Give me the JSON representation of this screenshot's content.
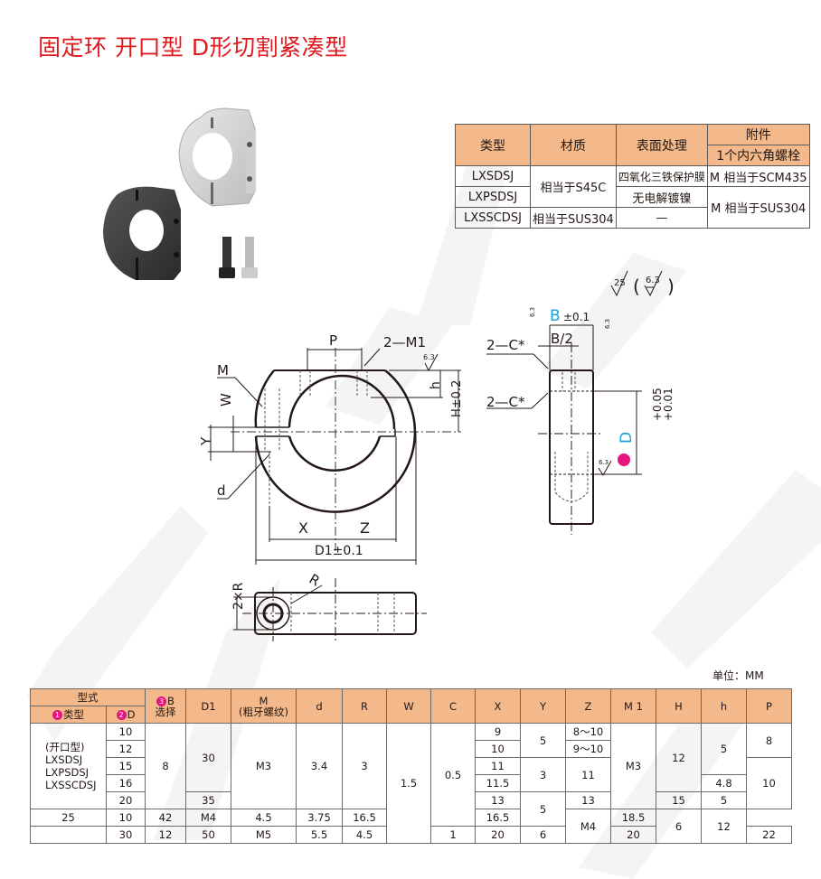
{
  "title": "固定环 开口型 D形切割紧凑型",
  "material_table": {
    "headers": {
      "type": "类型",
      "material": "材质",
      "surface": "表面处理",
      "accessory": "附件",
      "accessory_sub": "1个内六角螺栓"
    },
    "rows": [
      {
        "type": "LXSDSJ",
        "material": "相当于S45C",
        "surface": "四氧化三铁保护膜",
        "accessory": "M 相当于SCM435"
      },
      {
        "type": "LXPSDSJ",
        "surface": "无电解镀镍",
        "accessory": "M 相当于SUS304"
      },
      {
        "type": "LXSSCDSJ",
        "material": "相当于SUS304",
        "surface": "—"
      }
    ]
  },
  "drawing": {
    "roughness_main": "25",
    "roughness_sub": "6.3",
    "labels": {
      "P": "P",
      "M1": "2—M1",
      "M": "M",
      "W": "W",
      "Y": "Y",
      "d": "d",
      "h": "h",
      "H": "H±0.2",
      "X": "X",
      "Z": "Z",
      "D1": "D1±0.1",
      "R": "R",
      "twoR": "2×R",
      "B": "B",
      "B_tol": "±0.1",
      "B2": "B/2",
      "C1": "2—C*",
      "C2": "2—C*",
      "D": "D",
      "D_tol_upper": "+0.05",
      "D_tol_lower": "+0.01",
      "rough63": "6.3"
    }
  },
  "unit_label": "单位：MM",
  "spec_table": {
    "header": {
      "model": "型式",
      "type": "类型",
      "D": "D",
      "B": "B",
      "B_sub": "选择",
      "D1": "D1",
      "M": "M",
      "M_sub": "(粗牙螺纹)",
      "d": "d",
      "R": "R",
      "W": "W",
      "C": "C",
      "X": "X",
      "Y": "Y",
      "Z": "Z",
      "M1": "M 1",
      "H": "H",
      "h": "h",
      "P": "P",
      "badge1": "1",
      "badge2": "2",
      "badge3": "3"
    },
    "type_text": [
      "(开口型)",
      "LXSDSJ",
      "LXPSDSJ",
      "LXSSCDSJ"
    ],
    "D": [
      "10",
      "12",
      "15",
      "16",
      "20",
      "25",
      "30"
    ],
    "B": [
      "8",
      "10",
      "12"
    ],
    "D1": [
      "30",
      "35",
      "42",
      "50"
    ],
    "M": [
      "M3",
      "M4",
      "M5"
    ],
    "d": [
      "3.4",
      "4.5",
      "5.5"
    ],
    "R": [
      "3",
      "3.75",
      "4.5"
    ],
    "W": [
      "1.5"
    ],
    "C": [
      "0.5",
      "1"
    ],
    "X": [
      "9",
      "10",
      "11",
      "11.5",
      "13",
      "16.5",
      "20"
    ],
    "Y": [
      "5",
      "3",
      "5",
      "6"
    ],
    "Z": [
      "8～10",
      "9～10",
      "11",
      "13",
      "16.5",
      "20"
    ],
    "M1": [
      "M3",
      "M4"
    ],
    "H": [
      "12",
      "15",
      "18.5",
      "22"
    ],
    "h": [
      "5",
      "4.8",
      "5",
      "6"
    ],
    "P": [
      "8",
      "10",
      "12"
    ]
  }
}
